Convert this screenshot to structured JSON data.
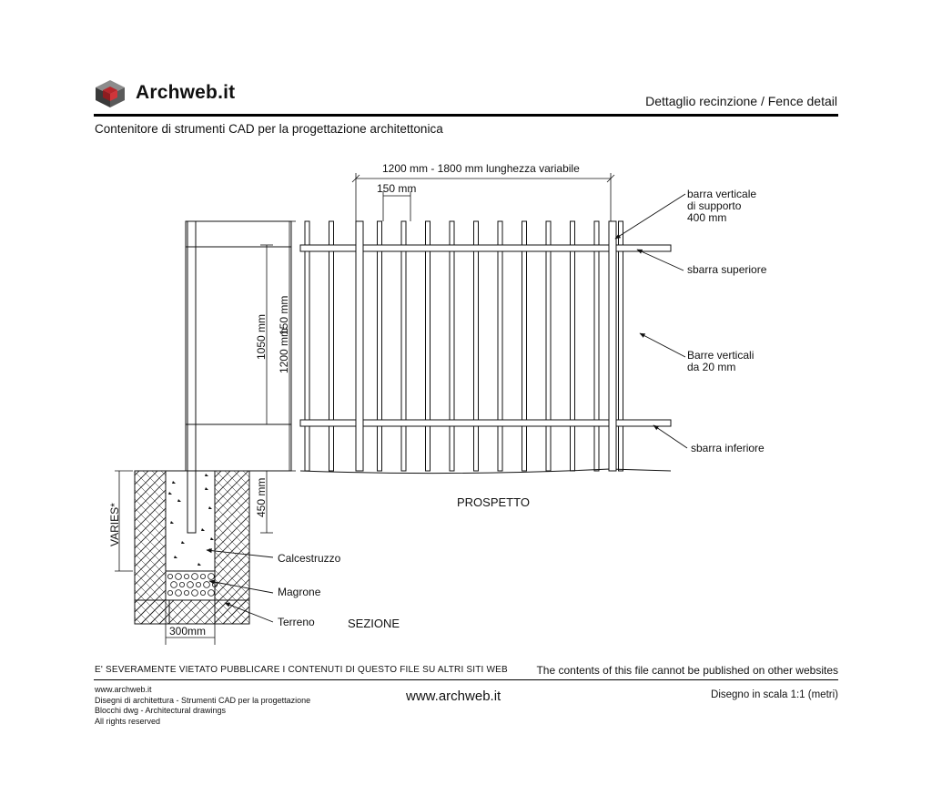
{
  "header": {
    "brand": "Archweb.it",
    "title": "Dettaglio recinzione  /  Fence detail",
    "subtitle": "Contenitore di strumenti CAD per la progettazione architettonica"
  },
  "drawing": {
    "dimensions": {
      "overall_length": "1200 mm - 1800 mm lunghezza variabile",
      "bar_spacing": "150 mm",
      "height_1050": "1050 mm",
      "height_1200": "1200 mm",
      "offset_150": "150 mm",
      "embed_450": "450 mm",
      "varies": "VARIES*",
      "width_300": "300mm"
    },
    "labels": {
      "support_bar_line1": "barra verticale",
      "support_bar_line2": "di supporto",
      "support_bar_line3": "400 mm",
      "top_rail": "sbarra superiore",
      "vertical_bars_line1": "Barre verticali",
      "vertical_bars_line2": "da 20 mm",
      "bottom_rail": "sbarra inferiore",
      "concrete": "Calcestruzzo",
      "lean_concrete": "Magrone",
      "soil": "Terreno"
    },
    "views": {
      "elevation": "PROSPETTO",
      "section": "SEZIONE"
    }
  },
  "footer": {
    "warning_it": "E' SEVERAMENTE VIETATO PUBBLICARE I CONTENUTI DI QUESTO FILE SU ALTRI SITI WEB",
    "warning_en": "The contents of this file cannot be published on other websites",
    "info_lines": [
      "www.archweb.it",
      "Disegni di architettura - Strumenti CAD  per la progettazione",
      "Blocchi dwg - Architectural drawings",
      "All rights reserved"
    ],
    "url": "www.archweb.it",
    "scale": "Disegno in scala 1:1 (metri)"
  },
  "colors": {
    "logo_red": "#b8262b",
    "logo_dark": "#3a3a3a",
    "logo_grey": "#8c8c8c",
    "ink": "#111111"
  }
}
